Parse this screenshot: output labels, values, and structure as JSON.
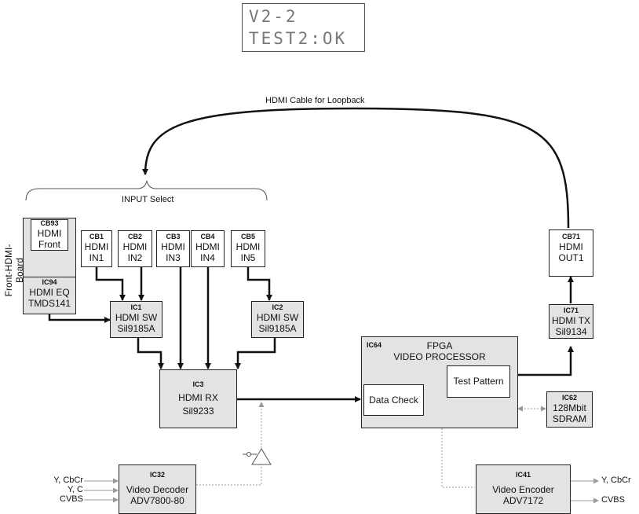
{
  "lcd": {
    "line1": "V2-2",
    "line2": "TEST2:OK"
  },
  "labels": {
    "loopback": "HDMI Cable for Loopback",
    "input_select": "INPUT Select",
    "front_board": "Front-HDMI-Board"
  },
  "connectors": {
    "cb93": {
      "id": "CB93",
      "line1": "HDMI",
      "line2": "Front"
    },
    "cb1": {
      "id": "CB1",
      "line1": "HDMI",
      "line2": "IN1"
    },
    "cb2": {
      "id": "CB2",
      "line1": "HDMI",
      "line2": "IN2"
    },
    "cb3": {
      "id": "CB3",
      "line1": "HDMI",
      "line2": "IN3"
    },
    "cb4": {
      "id": "CB4",
      "line1": "HDMI",
      "line2": "IN4"
    },
    "cb5": {
      "id": "CB5",
      "line1": "HDMI",
      "line2": "IN5"
    },
    "cb71": {
      "id": "CB71",
      "line1": "HDMI",
      "line2": "OUT1"
    }
  },
  "chips": {
    "ic94": {
      "id": "IC94",
      "line1": "HDMI EQ",
      "line2": "TMDS141"
    },
    "ic1": {
      "id": "IC1",
      "line1": "HDMI SW",
      "line2": "Sil9185A"
    },
    "ic2": {
      "id": "IC2",
      "line1": "HDMI SW",
      "line2": "Sil9185A"
    },
    "ic3": {
      "id": "IC3",
      "line1": "HDMI RX",
      "line2": "Sil9233"
    },
    "ic64": {
      "id": "IC64",
      "line1": "FPGA",
      "line2": "VIDEO PROCESSOR"
    },
    "ic71": {
      "id": "IC71",
      "line1": "HDMI TX",
      "line2": "Sil9134"
    },
    "ic62": {
      "id": "IC62",
      "line1": "128Mbit",
      "line2": "SDRAM"
    },
    "ic32": {
      "id": "IC32",
      "line1": "Video Decoder",
      "line2": "ADV7800-80"
    },
    "ic41": {
      "id": "IC41",
      "line1": "Video Encoder",
      "line2": "ADV7172"
    }
  },
  "sub_blocks": {
    "data_check": "Data Check",
    "test_pattern": "Test Pattern"
  },
  "io": {
    "decoder_inputs": [
      "Y, CbCr",
      "Y, C",
      "CVBS"
    ],
    "encoder_outputs": [
      "Y, CbCr",
      "CVBS"
    ]
  }
}
